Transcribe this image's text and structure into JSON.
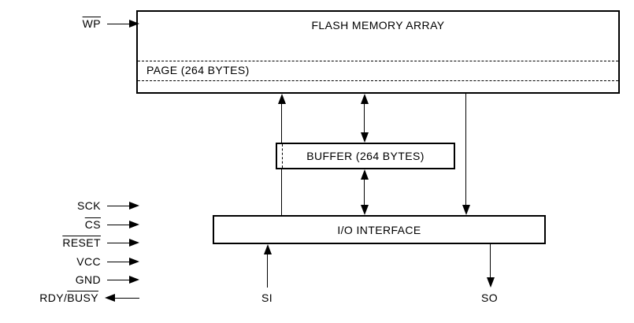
{
  "blocks": {
    "flash_label": "FLASH MEMORY ARRAY",
    "page_label": "PAGE (264 BYTES)",
    "buffer_label": "BUFFER (264 BYTES)",
    "io_label": "I/O INTERFACE"
  },
  "pins": {
    "wp": "WP",
    "sck": "SCK",
    "cs": "CS",
    "reset": "RESET",
    "vcc": "VCC",
    "gnd": "GND",
    "rdy_prefix": "RDY/",
    "busy": "BUSY",
    "si": "SI",
    "so": "SO"
  },
  "colors": {
    "line": "#000000",
    "background": "#ffffff"
  }
}
